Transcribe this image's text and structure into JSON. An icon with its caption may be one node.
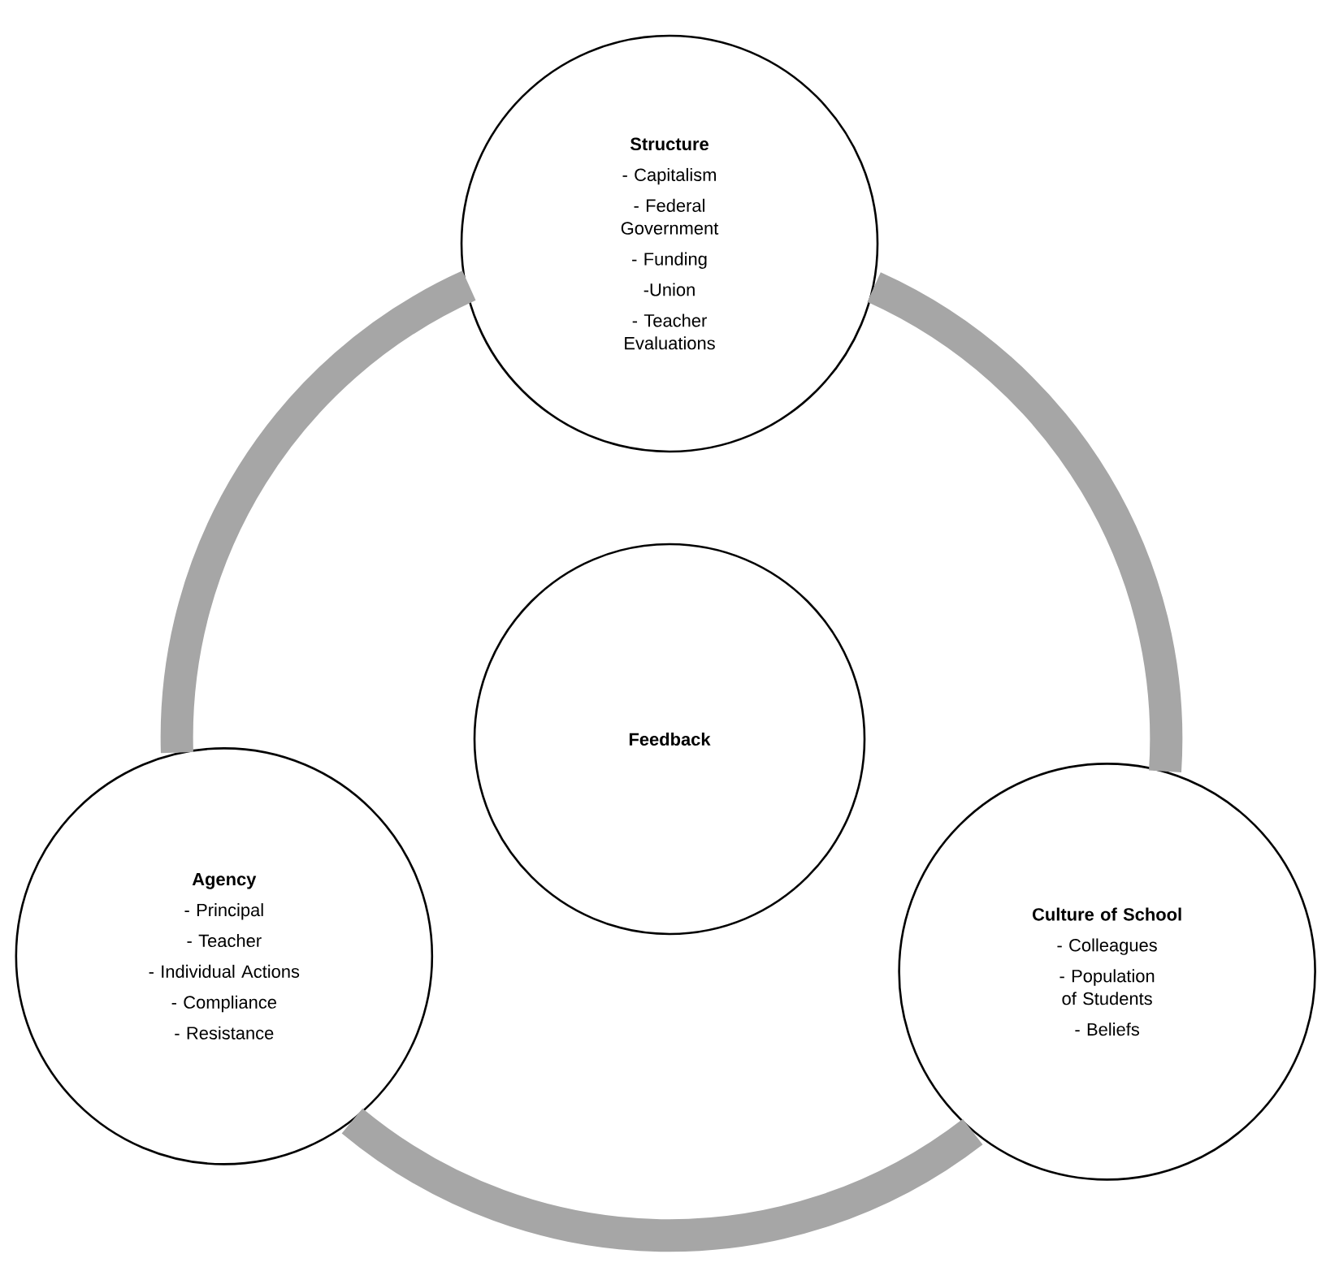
{
  "diagram": {
    "nodes": [
      {
        "text": [
          "Structure",
          "- Capitalism",
          "- Federal Government",
          "- Funding",
          "-Union",
          "- Teacher Evaluations"
        ]
      },
      {
        "text": [
          "Feedback"
        ]
      },
      {
        "text": [
          "Agency",
          "- Principal",
          "- Teacher",
          "- Individual Actions",
          "- Compliance",
          "- Resistance"
        ]
      },
      {
        "text": [
          "Culture of School",
          "- Colleagues",
          "- Population of Students",
          "- Beliefs"
        ]
      }
    ],
    "edges": [
      {
        "from": 0,
        "to": 3,
        "arrow": "none"
      },
      {
        "from": 3,
        "to": 2,
        "arrow": "none"
      },
      {
        "from": 2,
        "to": 0,
        "arrow": "none"
      }
    ]
  }
}
